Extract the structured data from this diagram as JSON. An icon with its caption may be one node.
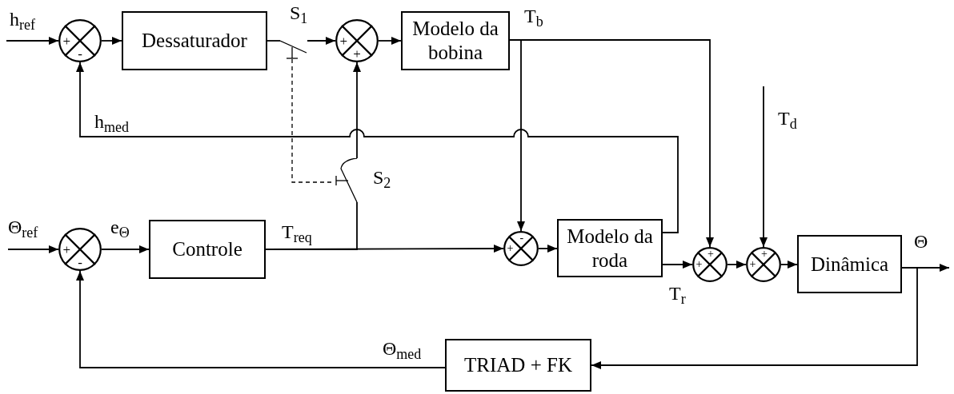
{
  "diagram": {
    "nodes": [
      {
        "text": [
          "+",
          "-"
        ]
      },
      {
        "text": [
          "Dessaturador"
        ]
      },
      {
        "text": [],
        "shape": "switch"
      },
      {
        "text": [
          "+",
          "+"
        ]
      },
      {
        "text": [
          "Modelo da bobina"
        ]
      },
      {
        "text": [
          "+",
          "-"
        ]
      },
      {
        "text": [
          "Controle"
        ]
      },
      {
        "text": [],
        "shape": "switch"
      },
      {
        "text": [
          "-",
          "+"
        ]
      },
      {
        "text": [
          "Modelo da roda"
        ]
      },
      {
        "text": [
          "+",
          "+"
        ]
      },
      {
        "text": [
          "+",
          "+"
        ]
      },
      {
        "text": [
          "Dinâmica"
        ]
      },
      {
        "text": [
          "TRIAD + FK"
        ]
      }
    ],
    "edges": [
      {
        "from": null,
        "to": 0,
        "arrow": "to"
      },
      {
        "from": 0,
        "to": 1,
        "arrow": "to"
      },
      {
        "from": 1,
        "to": 2,
        "arrow": "none"
      },
      {
        "from": 2,
        "to": 3,
        "arrow": "to"
      },
      {
        "from": 3,
        "to": 4,
        "arrow": "to"
      },
      {
        "from": 4,
        "to": 8,
        "arrow": "to"
      },
      {
        "from": 4,
        "to": 10,
        "arrow": "to"
      },
      {
        "from": 9,
        "to": 0,
        "arrow": "to"
      },
      {
        "from": null,
        "to": 11,
        "arrow": "to"
      },
      {
        "from": null,
        "to": 5,
        "arrow": "to"
      },
      {
        "from": 5,
        "to": 6,
        "arrow": "to"
      },
      {
        "from": 6,
        "to": 7,
        "arrow": "none"
      },
      {
        "from": 7,
        "to": 3,
        "arrow": "to"
      },
      {
        "from": 6,
        "to": 8,
        "arrow": "to"
      },
      {
        "from": 8,
        "to": 9,
        "arrow": "to"
      },
      {
        "from": 9,
        "to": 10,
        "arrow": "to"
      },
      {
        "from": 10,
        "to": 11,
        "arrow": "to"
      },
      {
        "from": 11,
        "to": 12,
        "arrow": "to"
      },
      {
        "from": 12,
        "to": null,
        "arrow": "to"
      },
      {
        "from": 12,
        "to": 13,
        "arrow": "to"
      },
      {
        "from": 13,
        "to": 5,
        "arrow": "to"
      },
      {
        "from": 2,
        "to": 7,
        "arrow": "none",
        "style": "dashed"
      }
    ],
    "labels": [
      "h$_{ref}$",
      "S$_{1}$",
      "T$_{b}$",
      "h$_{med}$",
      "T$_{d}$",
      "S$_{2}$",
      "Θ$_{ref}$",
      "e$_{Θ}$",
      "T$_{req}$",
      "T$_{r}$",
      "Θ",
      "Θ$_{med}$"
    ]
  }
}
